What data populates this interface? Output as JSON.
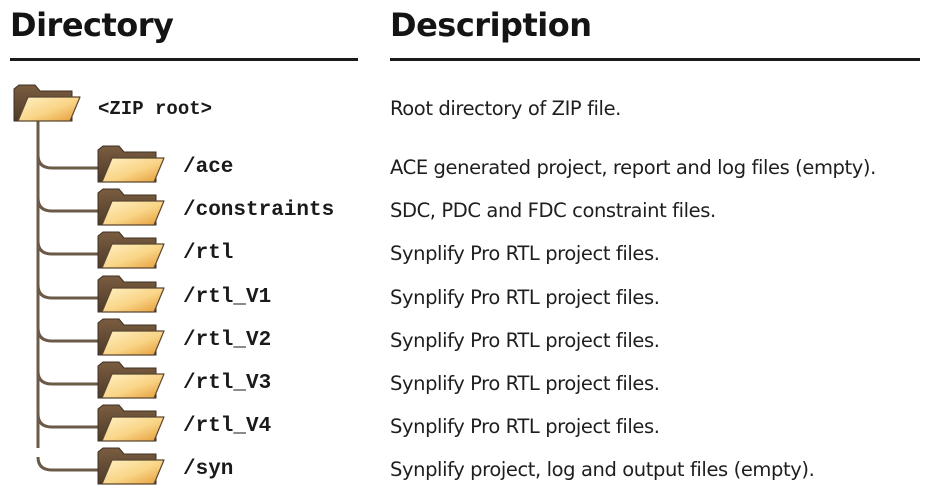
{
  "headers": {
    "directory": "Directory",
    "description": "Description"
  },
  "root": {
    "name": "<ZIP root>",
    "description": "Root directory of ZIP file.",
    "icon": "folder-icon"
  },
  "entries": [
    {
      "name": "/ace",
      "description": "ACE generated project, report and log files (empty).",
      "icon": "folder-icon"
    },
    {
      "name": "/constraints",
      "description": "SDC, PDC and FDC constraint files.",
      "icon": "folder-icon"
    },
    {
      "name": "/rtl",
      "description": "Synplify Pro RTL project files.",
      "icon": "folder-icon"
    },
    {
      "name": "/rtl_V1",
      "description": "Synplify Pro RTL project files.",
      "icon": "folder-icon"
    },
    {
      "name": "/rtl_V2",
      "description": "Synplify Pro RTL project files.",
      "icon": "folder-icon"
    },
    {
      "name": "/rtl_V3",
      "description": "Synplify Pro RTL project files.",
      "icon": "folder-icon"
    },
    {
      "name": "/rtl_V4",
      "description": "Synplify Pro RTL project files.",
      "icon": "folder-icon"
    },
    {
      "name": "/syn",
      "description": "Synplify project, log and output files (empty).",
      "icon": "folder-icon"
    }
  ],
  "colors": {
    "folder_light": "#fbe3a3",
    "folder_dark": "#e8a53c",
    "folder_outline": "#5a4632",
    "tree_line": "#6b5a48"
  }
}
